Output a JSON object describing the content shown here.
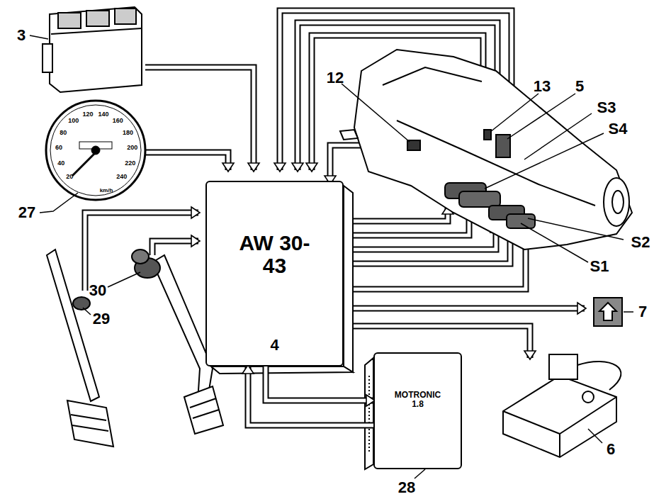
{
  "diagram": {
    "nodes": [
      {
        "text": [
          "AW 30-43",
          "4"
        ]
      },
      {
        "text": [
          "MOTRONIC 1.8"
        ]
      }
    ],
    "edges": [
      {
        "from": 0,
        "to": 1,
        "arrow": "to"
      },
      {
        "from": 1,
        "to": 0,
        "arrow": "to"
      }
    ],
    "labels": [
      "3",
      "27",
      "20",
      "40",
      "60",
      "80",
      "100",
      "120",
      "140",
      "160",
      "180",
      "200",
      "220",
      "240",
      "km/h",
      "12",
      "13",
      "5",
      "S3",
      "S4",
      "S2",
      "S1",
      "7",
      "6",
      "30",
      "29",
      "28"
    ]
  }
}
